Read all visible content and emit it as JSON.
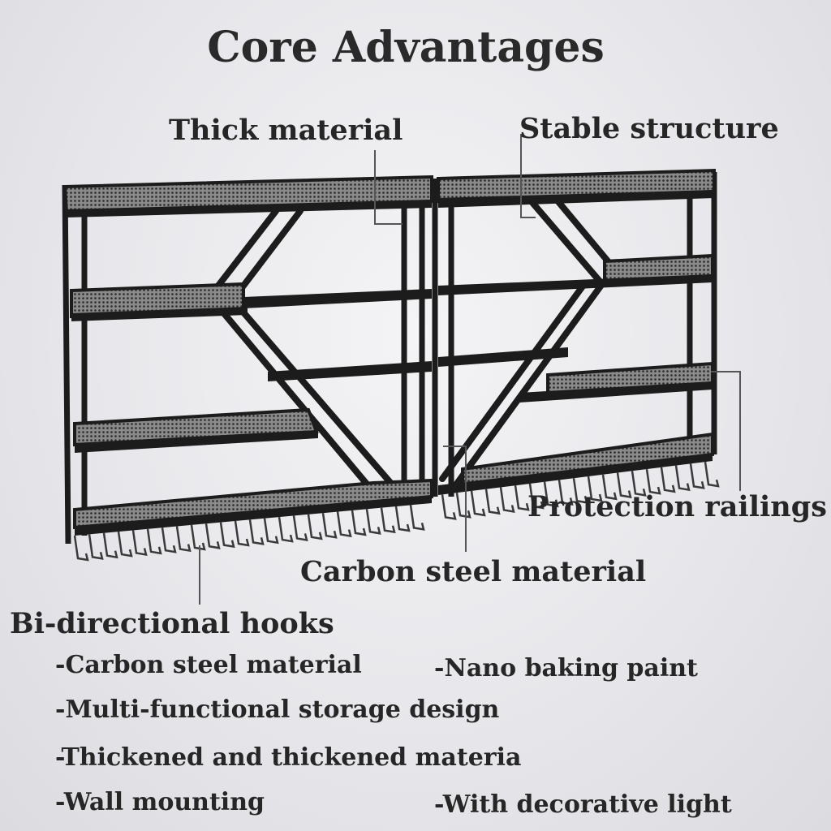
{
  "title": "Core Advantages",
  "callouts": {
    "thick_material": "Thick material",
    "stable_structure": "Stable structure",
    "protection_railings": "Protection railings",
    "carbon_steel_material": "Carbon steel material",
    "bi_directional_hooks": "Bi-directional hooks"
  },
  "features": {
    "carbon_steel": "-Carbon steel material",
    "nano_paint": "-Nano baking paint",
    "multi_functional": "-Multi-functional storage design",
    "thickened": "-Thickened and thickened materia",
    "wall_mounting": "-Wall mounting",
    "decorative_light": "-With decorative light"
  },
  "colors": {
    "frame": "#1c1c1c",
    "text": "#262626",
    "leader_line": "#555555",
    "mesh": "#3a3a3a"
  }
}
